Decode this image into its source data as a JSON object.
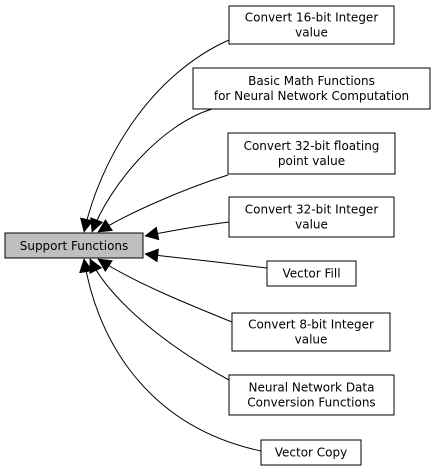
{
  "colors": {
    "background": "#ffffff",
    "node_fill": "#ffffff",
    "current_node_fill": "#bfbfbf",
    "stroke": "#000000",
    "text": "#000000"
  },
  "diagram": {
    "center": {
      "label": "Support Functions"
    },
    "nodes": [
      {
        "lines": [
          "Convert 16-bit Integer",
          "value"
        ]
      },
      {
        "lines": [
          "Basic Math Functions",
          "for Neural Network Computation"
        ]
      },
      {
        "lines": [
          "Convert 32-bit floating",
          "point value"
        ]
      },
      {
        "lines": [
          "Convert 32-bit Integer",
          "value"
        ]
      },
      {
        "lines": [
          "Vector Fill"
        ]
      },
      {
        "lines": [
          "Convert 8-bit Integer",
          "value"
        ]
      },
      {
        "lines": [
          "Neural Network Data",
          "Conversion Functions"
        ]
      },
      {
        "lines": [
          "Vector Copy"
        ]
      }
    ]
  }
}
